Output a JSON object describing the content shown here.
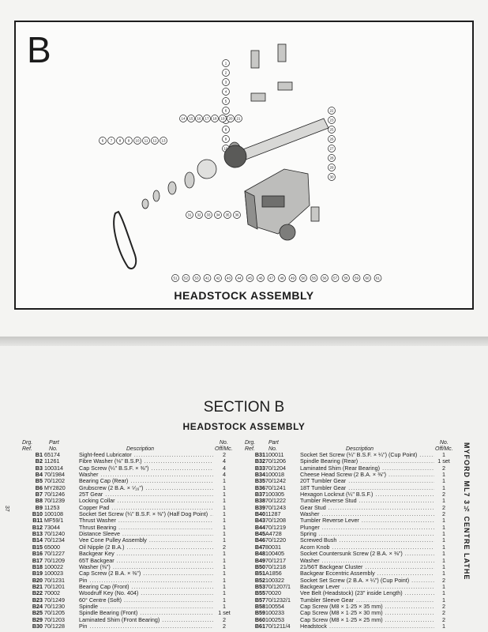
{
  "diagram": {
    "letter": "B",
    "title": "HEADSTOCK ASSEMBLY",
    "callouts_top": [
      "1",
      "2",
      "3",
      "4",
      "5",
      "6",
      "7",
      "8",
      "9",
      "10"
    ],
    "callouts_left": [
      "14",
      "15",
      "16",
      "17",
      "18",
      "19",
      "20",
      "21"
    ],
    "callouts_far": [
      "6",
      "7",
      "8",
      "9",
      "10",
      "11",
      "12",
      "13"
    ],
    "callouts_right": [
      "22",
      "23",
      "25",
      "26",
      "27",
      "28",
      "29",
      "30"
    ],
    "callouts_mid": [
      "31",
      "32",
      "33",
      "34",
      "35",
      "36"
    ],
    "callouts_bottom": [
      "51",
      "52",
      "53",
      "41",
      "42",
      "43",
      "44",
      "45",
      "46",
      "47",
      "48",
      "49",
      "50",
      "55",
      "56",
      "57",
      "58",
      "59",
      "60",
      "61"
    ]
  },
  "section_title": "SECTION B",
  "sub_title": "HEADSTOCK ASSEMBLY",
  "headers": {
    "drg": "Drg.",
    "ref": "Ref.",
    "part": "Part",
    "no": "No.",
    "description": "Description",
    "off1": "No.",
    "off2": "Off/Mc."
  },
  "side_text": "MYFORD ML7 3½ CENTRE LATHE",
  "page_number": "37",
  "left_rows": [
    [
      "B1",
      "65174",
      "Sight-feed Lubricator",
      "2"
    ],
    [
      "B2",
      "11261",
      "Fibre Washer (⅛\" B.S.P.)",
      "4"
    ],
    [
      "B3",
      "100314",
      "Cap Screw (¼\" B.S.F. × ⅜\")",
      "4"
    ],
    [
      "B4",
      "70/1984",
      "Washer",
      "4"
    ],
    [
      "B5",
      "70/1202",
      "Bearing Cap (Rear)",
      "1"
    ],
    [
      "B6",
      "MY2820",
      "Grubscrew (2 B.A. × ⁵⁄₁₆\")",
      "1"
    ],
    [
      "B7",
      "70/1246",
      "25T Gear",
      "1"
    ],
    [
      "B8",
      "70/1239",
      "Locking Collar",
      "1"
    ],
    [
      "B9",
      "11253",
      "Copper Pad",
      "1"
    ],
    [
      "B10",
      "100108",
      "Socket Set Screw (¼\" B.S.F. × ⅜\") (Half Dog Point)",
      "1"
    ],
    [
      "B11",
      "MF59/1",
      "Thrust Washer",
      "1"
    ],
    [
      "B12",
      "73044",
      "Thrust Bearing",
      "1"
    ],
    [
      "B13",
      "70/1240",
      "Distance Sleeve",
      "1"
    ],
    [
      "B14",
      "70/1234",
      "Vee Cone Pulley Assembly",
      "1"
    ],
    [
      "B15",
      "65000",
      "Oil Nipple (2 B.A.)",
      "2"
    ],
    [
      "B16",
      "70/1227",
      "Backgear Key",
      "1"
    ],
    [
      "B17",
      "70/1209",
      "65T Backgear",
      "1"
    ],
    [
      "B18",
      "100022",
      "Washer (⅜\")",
      "1"
    ],
    [
      "B19",
      "100023",
      "Cap Screw (2 B.A. × ⅜\")",
      "1"
    ],
    [
      "B20",
      "70/1231",
      "Pin",
      "1"
    ],
    [
      "B21",
      "70/1201",
      "Bearing Cap (Front)",
      "1"
    ],
    [
      "B22",
      "70002",
      "Woodruff Key (No. 404)",
      "1"
    ],
    [
      "B23",
      "70/1249",
      "60° Centre (Soft)",
      "1"
    ],
    [
      "B24",
      "70/1230",
      "Spindle",
      "1"
    ],
    [
      "B25",
      "70/1205",
      "Spindle Bearing (Front)",
      "1 set"
    ],
    [
      "B29",
      "70/1203",
      "Laminated Shim (Front Bearing)",
      "2"
    ],
    [
      "B30",
      "70/1228",
      "Pin",
      "2"
    ]
  ],
  "right_rows": [
    [
      "B31",
      "100011",
      "Socket Set Screw (¼\" B.S.F. × ¼\") (Cup Point)",
      "1"
    ],
    [
      "B32",
      "70/1206",
      "Spindle Bearing (Rear)",
      "1 set"
    ],
    [
      "B33",
      "70/1204",
      "Laminated Shim (Rear Bearing)",
      "2"
    ],
    [
      "B34",
      "100018",
      "Cheese Head Screw (2 B.A. × ⅜\")",
      "1"
    ],
    [
      "B35",
      "70/1242",
      "20T Tumbler Gear",
      "1"
    ],
    [
      "B36",
      "70/1241",
      "18T Tumbler Gear",
      "1"
    ],
    [
      "B37",
      "100305",
      "Hexagon Locknut (¼\" B.S.F.)",
      "2"
    ],
    [
      "B38",
      "70/1222",
      "Tumbler Reverse Stud",
      "1"
    ],
    [
      "B39",
      "70/1243",
      "Gear Stud",
      "2"
    ],
    [
      "B40",
      "11287",
      "Washer",
      "2"
    ],
    [
      "B43",
      "70/1208",
      "Tumbler Reverse Lever",
      "1"
    ],
    [
      "B44",
      "70/1219",
      "Plunger",
      "1"
    ],
    [
      "B45",
      "A4728",
      "Spring",
      "1"
    ],
    [
      "B46",
      "70/1220",
      "Screwed Bush",
      "1"
    ],
    [
      "B47",
      "80031",
      "Acorn Knob",
      "1"
    ],
    [
      "B48",
      "100405",
      "Socket Countersunk Screw (2 B.A. × ⅜\")",
      "1"
    ],
    [
      "B49",
      "70/1217",
      "Washer",
      "1"
    ],
    [
      "B50",
      "70/1218",
      "21/56T Backgear Cluster",
      "1"
    ],
    [
      "B51",
      "A1856",
      "Backgear Eccentric Assembly",
      "1"
    ],
    [
      "B52",
      "100322",
      "Socket Set Screw (2 B.A. × ¼\") (Cup Point)",
      "2"
    ],
    [
      "B53",
      "70/1207/1",
      "Backgear Lever",
      "1"
    ],
    [
      "B55",
      "70020",
      "Vee Belt (Headstock) (23\" inside Length)",
      "1"
    ],
    [
      "B57",
      "70/1232/1",
      "Tumbler Sleeve Gear",
      "1"
    ],
    [
      "B58",
      "100554",
      "Cap Screw (M8 × 1·25 × 35 mm)",
      "2"
    ],
    [
      "B59",
      "100233",
      "Cap Screw (M8 × 1·25 × 30 mm)",
      "2"
    ],
    [
      "B60",
      "100253",
      "Cap Screw (M8 × 1·25 × 25 mm)",
      "2"
    ],
    [
      "B61",
      "70/1211/4",
      "Headstock",
      "1"
    ]
  ]
}
